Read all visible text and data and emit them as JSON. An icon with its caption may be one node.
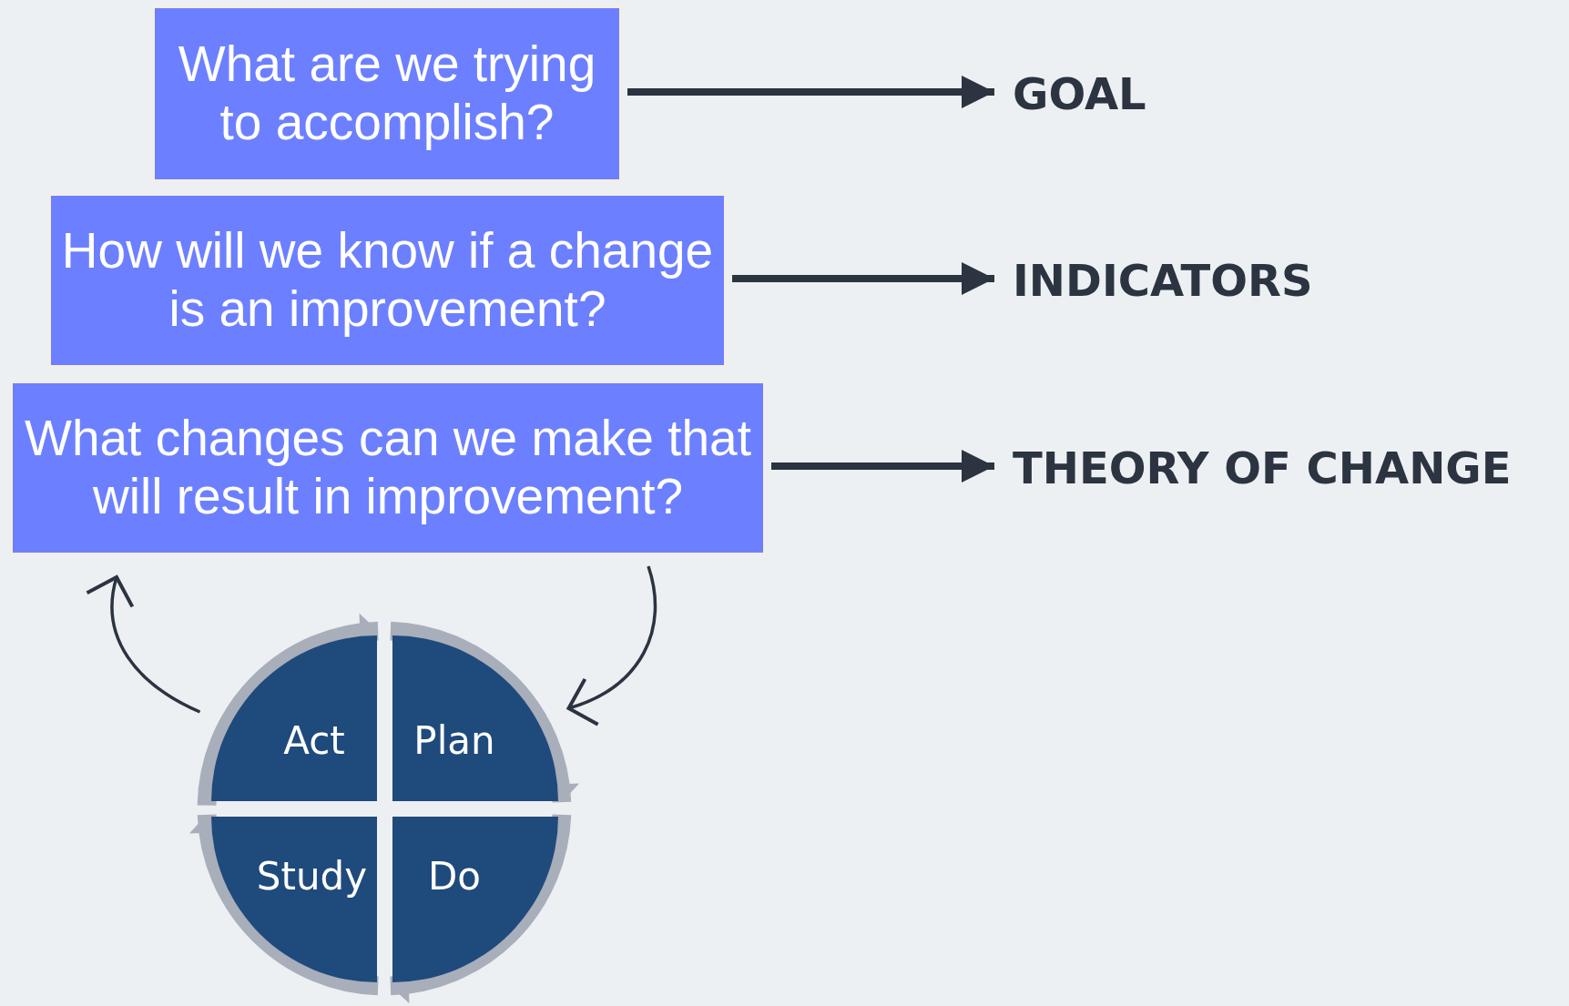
{
  "diagram": {
    "nodes": [
      {
        "text": [
          "What are we trying to accomplish?"
        ]
      },
      {
        "text": [
          "GOAL"
        ]
      },
      {
        "text": [
          "How will we know if a change is an improvement?"
        ]
      },
      {
        "text": [
          "INDICATORS"
        ]
      },
      {
        "text": [
          "What changes can we make that will result in improvement?"
        ]
      },
      {
        "text": [
          "THEORY OF CHANGE"
        ]
      },
      {
        "text": [
          "Act"
        ]
      },
      {
        "text": [
          "Plan"
        ]
      },
      {
        "text": [
          "Do"
        ]
      },
      {
        "text": [
          "Study"
        ]
      }
    ],
    "edges": [
      {
        "from": 0,
        "to": 1,
        "arrow": "to"
      },
      {
        "from": 2,
        "to": 3,
        "arrow": "to"
      },
      {
        "from": 4,
        "to": 5,
        "arrow": "to"
      },
      {
        "from": 4,
        "to": 7,
        "arrow": "to"
      },
      {
        "from": 6,
        "to": 4,
        "arrow": "to"
      },
      {
        "from": 6,
        "to": 7,
        "arrow": "to",
        "style": "thick",
        "color": "#a9aebb"
      },
      {
        "from": 7,
        "to": 8,
        "arrow": "to",
        "style": "thick",
        "color": "#a9aebb"
      },
      {
        "from": 8,
        "to": 9,
        "arrow": "to",
        "style": "thick",
        "color": "#a9aebb"
      },
      {
        "from": 9,
        "to": 6,
        "arrow": "to",
        "style": "thick",
        "color": "#a9aebb"
      }
    ]
  }
}
